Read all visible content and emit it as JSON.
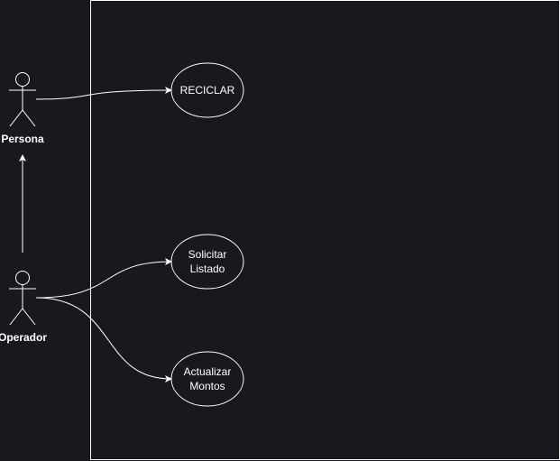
{
  "colors": {
    "background": "#1a181f",
    "stroke": "#ffffff"
  },
  "actors": {
    "persona": {
      "label": "Persona"
    },
    "operador": {
      "label": "Operador"
    }
  },
  "use_cases": {
    "reciclar": {
      "label": "RECICLAR"
    },
    "solicitar_listado": {
      "label": "Solicitar\nListado"
    },
    "actualizar_montos": {
      "label": "Actualizar\nMontos"
    }
  }
}
